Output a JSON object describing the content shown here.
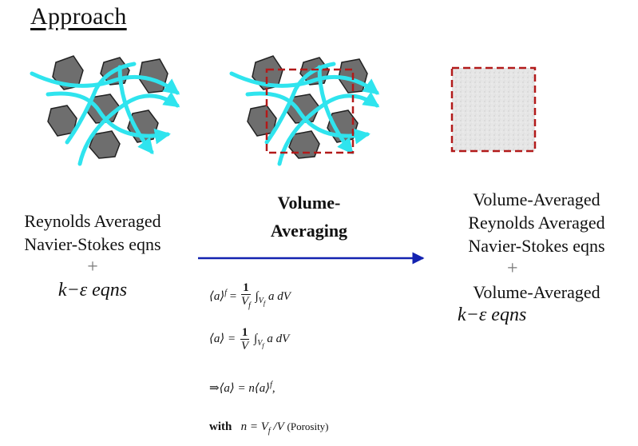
{
  "title": "Approach",
  "left": {
    "line1": "Reynolds Averaged",
    "line2": "Navier-Stokes eqns",
    "plus": "+",
    "line3": "k−ε  eqns"
  },
  "middle": {
    "heading1": "Volume-",
    "heading2": "Averaging",
    "eq1_lhs": "⟨a⟩",
    "eq1_sup": "f",
    "eq1_num": "1",
    "eq1_den": "V",
    "eq1_den_sub": "f",
    "eq1_int": "∫",
    "eq1_int_sub": "V",
    "eq1_int_subsub": "f",
    "eq1_tail": "a dV",
    "eq2_lhs": "⟨a⟩ =",
    "eq2_num": "1",
    "eq2_den": "V",
    "eq2_int": "∫",
    "eq2_int_sub": "V",
    "eq2_int_subsub": "f",
    "eq2_tail": "a dV",
    "eq3": "⇒⟨a⟩ = n⟨a⟩",
    "eq3_sup": "f",
    "eq3_end": ",",
    "eq4_with": "with",
    "eq4_expr": "n = V",
    "eq4_sub": "f",
    "eq4_expr2": " /V",
    "eq4_label": "(Porosity)"
  },
  "right": {
    "line1": "Volume-Averaged",
    "line2": "Reynolds Averaged",
    "line3": "Navier-Stokes eqns",
    "plus": "+",
    "line4": "Volume-Averaged",
    "line5": "k−ε  eqns"
  },
  "colors": {
    "flow": "#2fe4ee",
    "grain": "#6e6e6e",
    "box": "#b21a1a",
    "arrow": "#1322b0",
    "speckle": "#e3e3e3"
  }
}
